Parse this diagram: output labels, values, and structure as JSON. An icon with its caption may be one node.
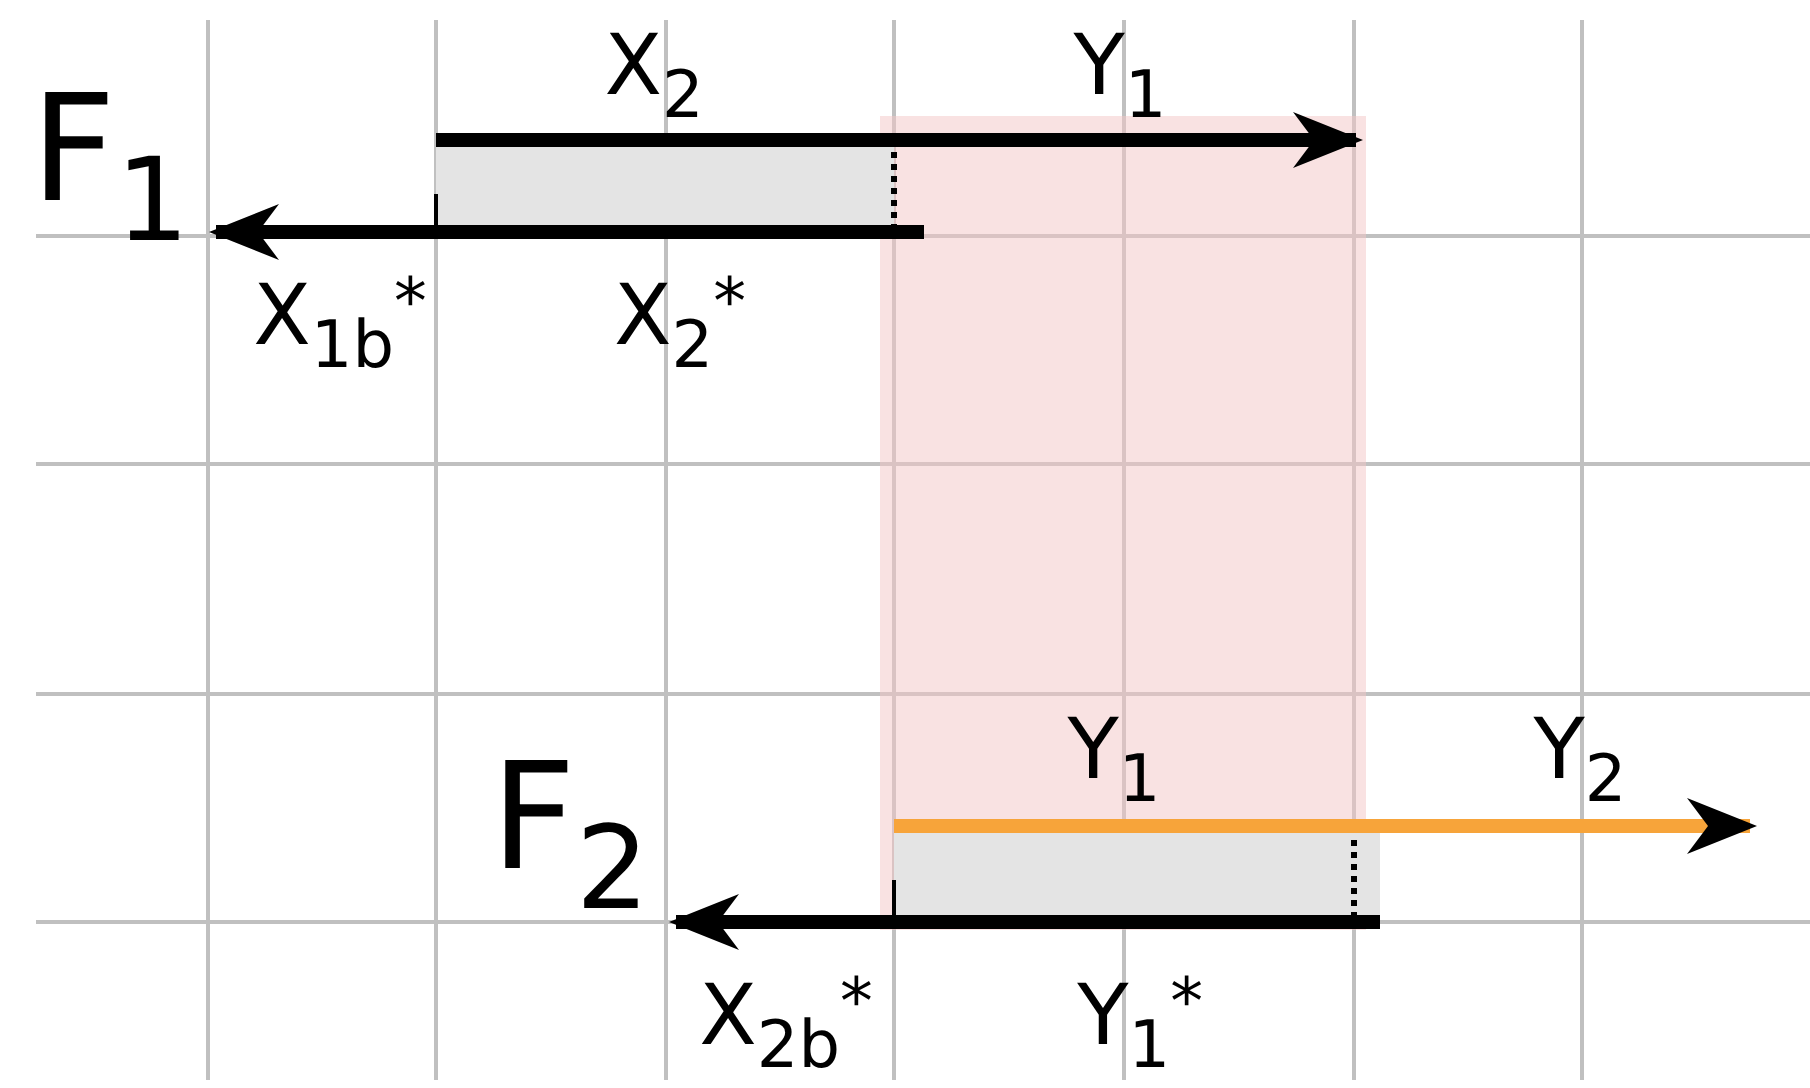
{
  "diagram": {
    "labels": [
      "F$_{1}$",
      "X$_{2}$",
      "Y$_{1}$",
      "X$_{1b}$$^{*}$",
      "X$_{2}$$^{*}$",
      "F$_{2}$",
      "Y$_{1}$",
      "Y$_{2}$",
      "X$_{2b}$$^{*}$",
      "Y$_{1}$$^{*}$"
    ]
  }
}
